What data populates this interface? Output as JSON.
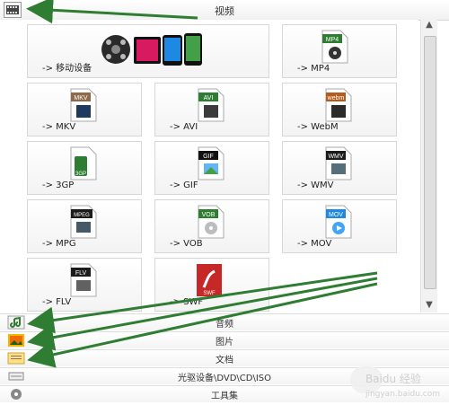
{
  "header": {
    "title": "视频",
    "icon": "film-reel-icon"
  },
  "tiles": [
    {
      "label": "-> 移动设备",
      "icon": "mobile-device-icon"
    },
    {
      "label": "-> MP4",
      "badge": "MP4",
      "badge_color": "#2e7d32",
      "icon": "mp4-file-icon"
    },
    {
      "label": "-> MKV",
      "badge": "MKV",
      "badge_color": "#8e6a4b",
      "icon": "mkv-file-icon"
    },
    {
      "label": "-> AVI",
      "badge": "AVI",
      "badge_color": "#2e7d32",
      "icon": "avi-file-icon"
    },
    {
      "label": "-> WebM",
      "badge": "webm",
      "badge_color": "#b55b1d",
      "icon": "webm-file-icon"
    },
    {
      "label": "-> 3GP",
      "badge": "3GP",
      "badge_color": "#2e7d32",
      "icon": "3gp-file-icon"
    },
    {
      "label": "-> GIF",
      "badge": "GIF",
      "badge_color": "#111111",
      "icon": "gif-file-icon"
    },
    {
      "label": "-> WMV",
      "badge": "WMV",
      "badge_color": "#1b1b1b",
      "icon": "wmv-file-icon"
    },
    {
      "label": "-> MPG",
      "badge": "MPEG",
      "badge_color": "#1b1b1b",
      "icon": "mpg-file-icon"
    },
    {
      "label": "-> VOB",
      "badge": "VOB",
      "badge_color": "#2e7d32",
      "icon": "vob-file-icon"
    },
    {
      "label": "-> MOV",
      "badge": "MOV",
      "badge_color": "#1e88e5",
      "icon": "mov-file-icon"
    },
    {
      "label": "-> FLV",
      "badge": "FLV",
      "badge_color": "#1b1b1b",
      "icon": "flv-file-icon"
    },
    {
      "label": "-> SWF",
      "badge": "SWF",
      "badge_color": "#c62828",
      "icon": "swf-file-icon"
    }
  ],
  "categories": [
    {
      "label": "音频",
      "icon": "audio-icon"
    },
    {
      "label": "图片",
      "icon": "image-icon"
    },
    {
      "label": "文档",
      "icon": "document-icon"
    },
    {
      "label": "光驱设备\\DVD\\CD\\ISO",
      "icon": "optical-drive-icon"
    },
    {
      "label": "工具集",
      "icon": "tools-icon"
    }
  ],
  "watermark": {
    "text": "Baidu 经验",
    "site": "jingyan.baidu.com",
    "icon": "baidu-logo-icon"
  },
  "colors": {
    "arrow_green": "#2e7d32",
    "tile_border": "#d7d7d7"
  }
}
